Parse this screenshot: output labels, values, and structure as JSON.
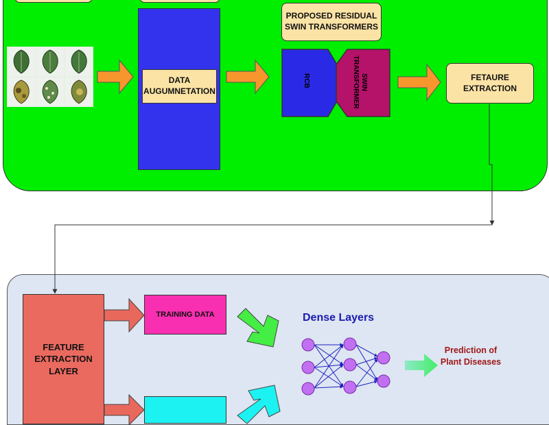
{
  "top_section": {
    "proposed_block": "PROPOSED RESIDUAL SWIN TRANSFORMERS",
    "data_augmentation": "DATA AUGUMNETATION",
    "rcb": "RCB",
    "swin_transformer": "SWIN TRANSFORMER",
    "feature_extraction": "FETAURE EXTRACTION"
  },
  "bottom_section": {
    "feature_extraction_layer": "FEATURE EXTRACTION LAYER",
    "training_data": "TRAINING DATA",
    "dense_layers": "Dense Layers",
    "prediction": "Prediction of Plant Diseases"
  },
  "colors": {
    "top_panel": "#00ee00",
    "bottom_panel": "#dde6f2",
    "label_box": "#fbe3a6",
    "blue_column": "#3333ee",
    "rcb_block": "#2a2ae6",
    "swin_block": "#b5126a",
    "feature_layer": "#ea6a60",
    "training_data": "#f72fb0",
    "cyan_box": "#1df2f2",
    "arrow_orange": "#f8962e",
    "neuron": "#c070f0",
    "dense_title": "#1a1ab0",
    "prediction_text": "#a01818"
  }
}
